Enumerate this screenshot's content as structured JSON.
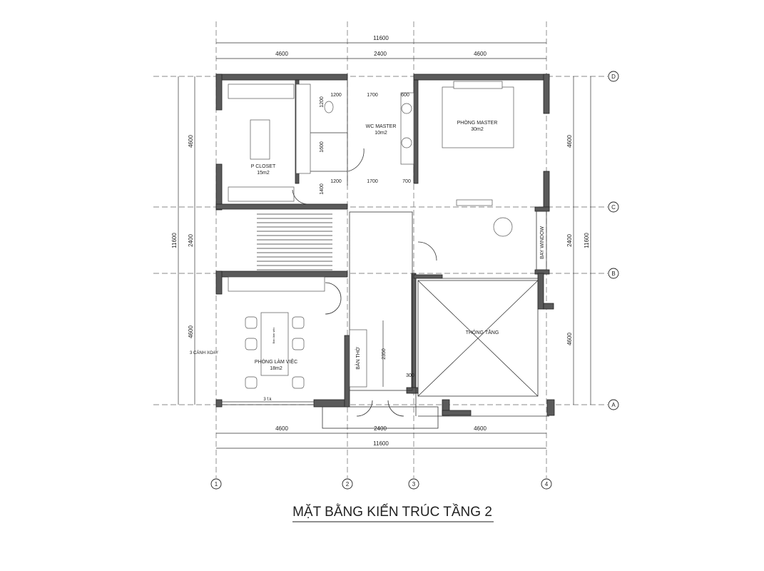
{
  "title": "MẶT BẰNG KIẾN TRÚC TẦNG 2",
  "axes": {
    "columns": [
      "1",
      "2",
      "3",
      "4"
    ],
    "rows": [
      "D",
      "C",
      "B",
      "A"
    ]
  },
  "dimensions": {
    "top_total": "11600",
    "top_segments": [
      "4600",
      "2400",
      "4600"
    ],
    "bottom_total": "11600",
    "bottom_segments": [
      "4600",
      "2400",
      "4600"
    ],
    "left_total": "11600",
    "left_segments": [
      "4600",
      "2400",
      "4600"
    ],
    "right_total": "11600",
    "right_segments": [
      "4600",
      "2400",
      "4600"
    ],
    "wc_top": [
      "1200",
      "1700",
      "600"
    ],
    "wc_bottom": [
      "1200",
      "1700",
      "700"
    ],
    "wc_vertical": [
      "1200",
      "1600",
      "1400"
    ],
    "altar_length": "2350",
    "altar_offset": "300"
  },
  "rooms": {
    "closet": {
      "name": "P CLOSET",
      "area": "15m2"
    },
    "wc_master": {
      "name": "WC MASTER",
      "area": "10m2"
    },
    "master": {
      "name": "PHÒNG MASTER",
      "area": "30m2"
    },
    "bay_window": {
      "name": "BAY WINDOW"
    },
    "void": {
      "name": "THÔNG TẦNG"
    },
    "office": {
      "name": "PHÒNG LÀM VIỆC",
      "area": "18m2"
    },
    "altar": {
      "name": "BÀN THỜ"
    },
    "office_table": {
      "name": "Bàn làm việc"
    },
    "office_window": {
      "name": "3 CÁNH XOAY"
    },
    "office_bottom_window": {
      "name": "3 f.k"
    }
  }
}
